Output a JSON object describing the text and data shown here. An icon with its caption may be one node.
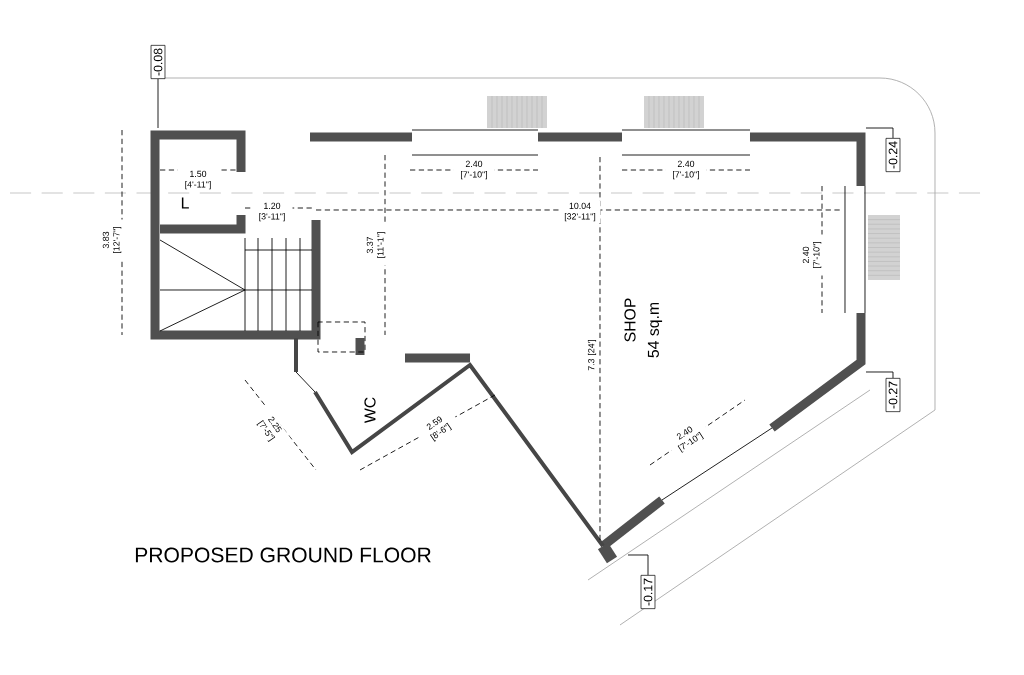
{
  "diagram": {
    "title": "PROPOSED GROUND FLOOR",
    "nodes": [
      {
        "text": [
          "-0.08"
        ]
      },
      {
        "text": [
          "-0.24"
        ]
      },
      {
        "text": [
          "-0.27"
        ]
      },
      {
        "text": [
          "-0.17"
        ]
      }
    ],
    "edges": [
      {
        "from": 0,
        "to": null,
        "arrow": "none"
      },
      {
        "from": 1,
        "to": null,
        "arrow": "none"
      },
      {
        "from": 2,
        "to": null,
        "arrow": "none"
      },
      {
        "from": 3,
        "to": null,
        "arrow": "none"
      }
    ],
    "labels": [
      "1.50 [4'-11\"]",
      "L",
      "1.20 [3'-11\"]",
      "2.40 [7'-10\"]",
      "2.40 [7'-10\"]",
      "10.04 [32'-11\"]",
      "3.83 [12'-7\"]",
      "3.37 [11'-1\"]",
      "2.40 [7'-10\"]",
      "SHOP",
      "54 sq.m",
      "7.3 [24']",
      "WC",
      "2.25 [7'-5\"]",
      "2.59 [8'-6\"]",
      "2.40 [7'-10\"]"
    ]
  }
}
